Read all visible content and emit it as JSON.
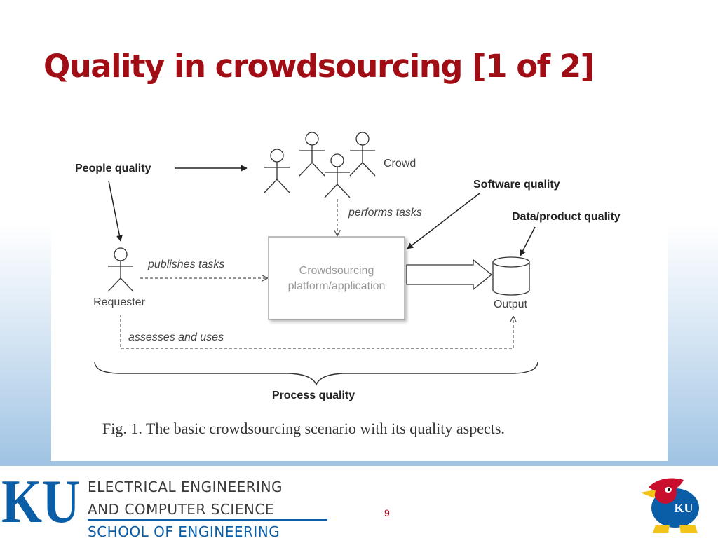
{
  "slide": {
    "title": "Quality in crowdsourcing [1 of 2]",
    "page_number": "9"
  },
  "diagram": {
    "labels": {
      "people_quality": "People quality",
      "crowd": "Crowd",
      "software_quality": "Software quality",
      "performs_tasks": "performs tasks",
      "data_product_quality": "Data/product quality",
      "publishes_tasks": "publishes tasks",
      "platform_line1": "Crowdsourcing",
      "platform_line2": "platform/application",
      "requester": "Requester",
      "output": "Output",
      "assesses_and_uses": "assesses and uses",
      "process_quality": "Process quality"
    },
    "caption": "Fig. 1.  The basic crowdsourcing scenario with its quality aspects."
  },
  "footer": {
    "logo_text": "KU",
    "dept_line1": "ELECTRICAL ENGINEERING",
    "dept_line2": "AND COMPUTER SCIENCE",
    "dept_line3": "SCHOOL OF ENGINEERING",
    "mascot_icon": "jayhawk-icon",
    "colors": {
      "ku_blue": "#0a5ea8",
      "ku_red": "#a00d14",
      "title_red": "#a00d14"
    }
  }
}
